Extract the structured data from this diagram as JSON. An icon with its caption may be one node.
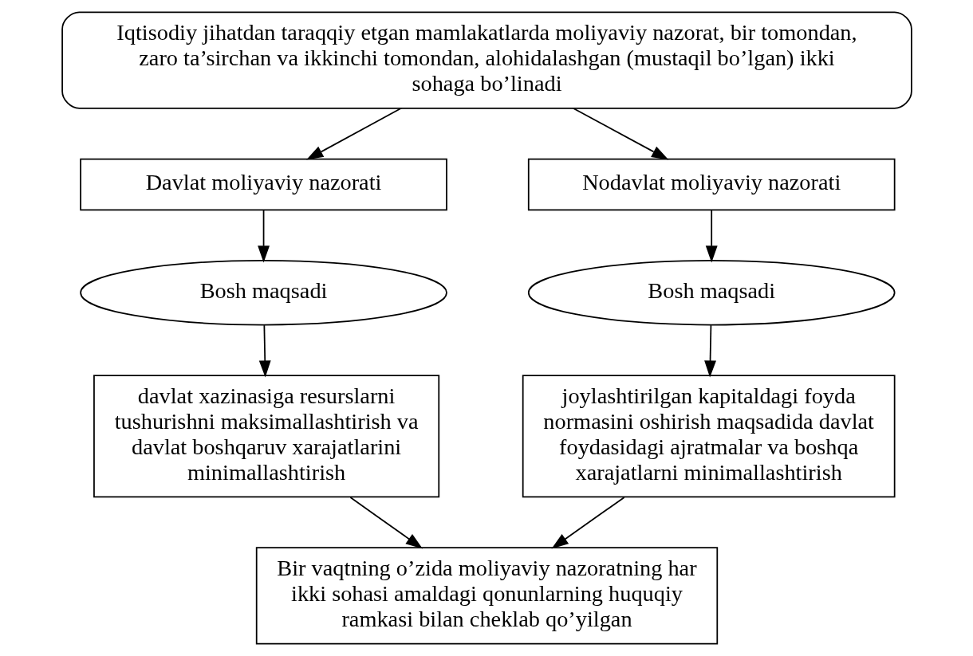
{
  "diagram": {
    "nodes": [
      {
        "text": [
          "Iqtisodiy jihatdan taraqqiy etgan mamlakatlarda moliyaviy nazorat, bir tomondan, zaro ta’sirchan va ikkinchi tomondan, alohidalashgan (mustaqil bo’lgan) ikki sohaga bo’linadi"
        ]
      },
      {
        "text": [
          "Davlat moliyaviy nazorati"
        ]
      },
      {
        "text": [
          "Nodavlat moliyaviy nazorati"
        ]
      },
      {
        "text": [
          "Bosh maqsadi"
        ]
      },
      {
        "text": [
          "Bosh maqsadi"
        ]
      },
      {
        "text": [
          "davlat xazinasiga resurslarni tushurishni maksimallashtirish va davlat boshqaruv xarajatlarini minimallashtirish"
        ]
      },
      {
        "text": [
          "joylashtirilgan kapitaldagi foyda normasini oshirish maqsadida davlat foydasidagi ajratmalar va boshqa xarajatlarni minimallashtirish"
        ]
      },
      {
        "text": [
          "Bir vaqtning o’zida moliyaviy nazoratning har ikki sohasi amaldagi qonunlarning huquqiy ramkasi bilan cheklab qo’yilgan"
        ]
      }
    ],
    "edges": [
      {
        "from": 0,
        "to": 1,
        "arrow": "to"
      },
      {
        "from": 0,
        "to": 2,
        "arrow": "to"
      },
      {
        "from": 1,
        "to": 3,
        "arrow": "to"
      },
      {
        "from": 2,
        "to": 4,
        "arrow": "to"
      },
      {
        "from": 3,
        "to": 5,
        "arrow": "to"
      },
      {
        "from": 4,
        "to": 6,
        "arrow": "to"
      },
      {
        "from": 5,
        "to": 7,
        "arrow": "to"
      },
      {
        "from": 6,
        "to": 7,
        "arrow": "to"
      }
    ]
  }
}
